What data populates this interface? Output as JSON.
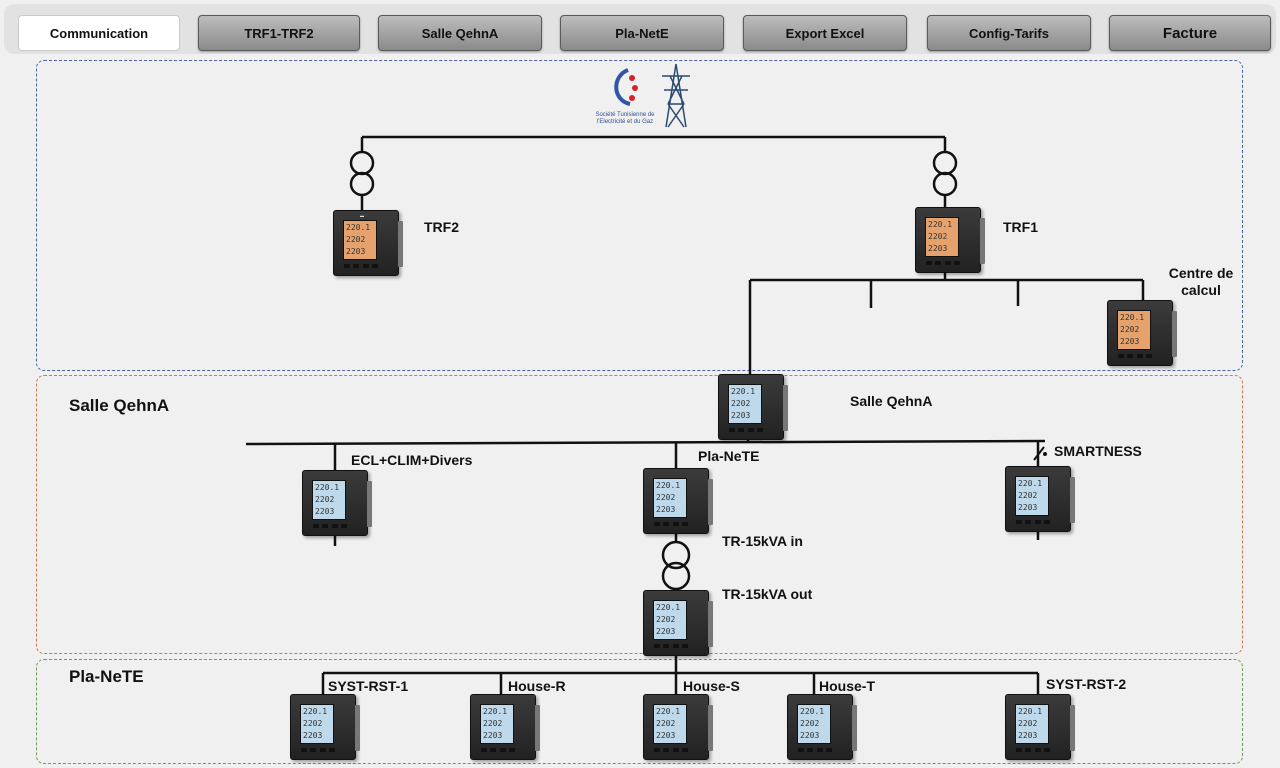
{
  "tabs": [
    {
      "label": "Communication",
      "active": true
    },
    {
      "label": "TRF1-TRF2",
      "active": false
    },
    {
      "label": "Salle QehnA",
      "active": false
    },
    {
      "label": "Pla-NetE",
      "active": false
    },
    {
      "label": "Export Excel",
      "active": false
    },
    {
      "label": "Config-Tarifs",
      "active": false
    },
    {
      "label": "Facture",
      "active": false
    }
  ],
  "zones": {
    "salle_title": "Salle QehnA",
    "planete_title": "Pla-NeTE"
  },
  "logo": {
    "company_lines": "Société Tunisienne de l'Electricité et du Gaz",
    "icon": "steg-logo"
  },
  "meters": {
    "display_lines": [
      "220.1",
      "2202",
      "2203"
    ],
    "trf2": "TRF2",
    "trf1": "TRF1",
    "centre_calcul": "Centre de calcul",
    "salle_qehna": "Salle QehnA",
    "ecl": "ECL+CLIM+Divers",
    "planete": "Pla-NeTE",
    "smartness": "SMARTNESS",
    "tr_in": "TR-15kVA in",
    "tr_out": "TR-15kVA out",
    "syst1": "SYST-RST-1",
    "house_r": "House-R",
    "house_s": "House-S",
    "house_t": "House-T",
    "syst2": "SYST-RST-2"
  },
  "colors": {
    "zone_top": "#4a63a6",
    "zone_mid": "#d0764c",
    "zone_bottom": "#6d9a55",
    "meter_amber": "#e6a26c",
    "meter_blue": "#bed9ec"
  }
}
